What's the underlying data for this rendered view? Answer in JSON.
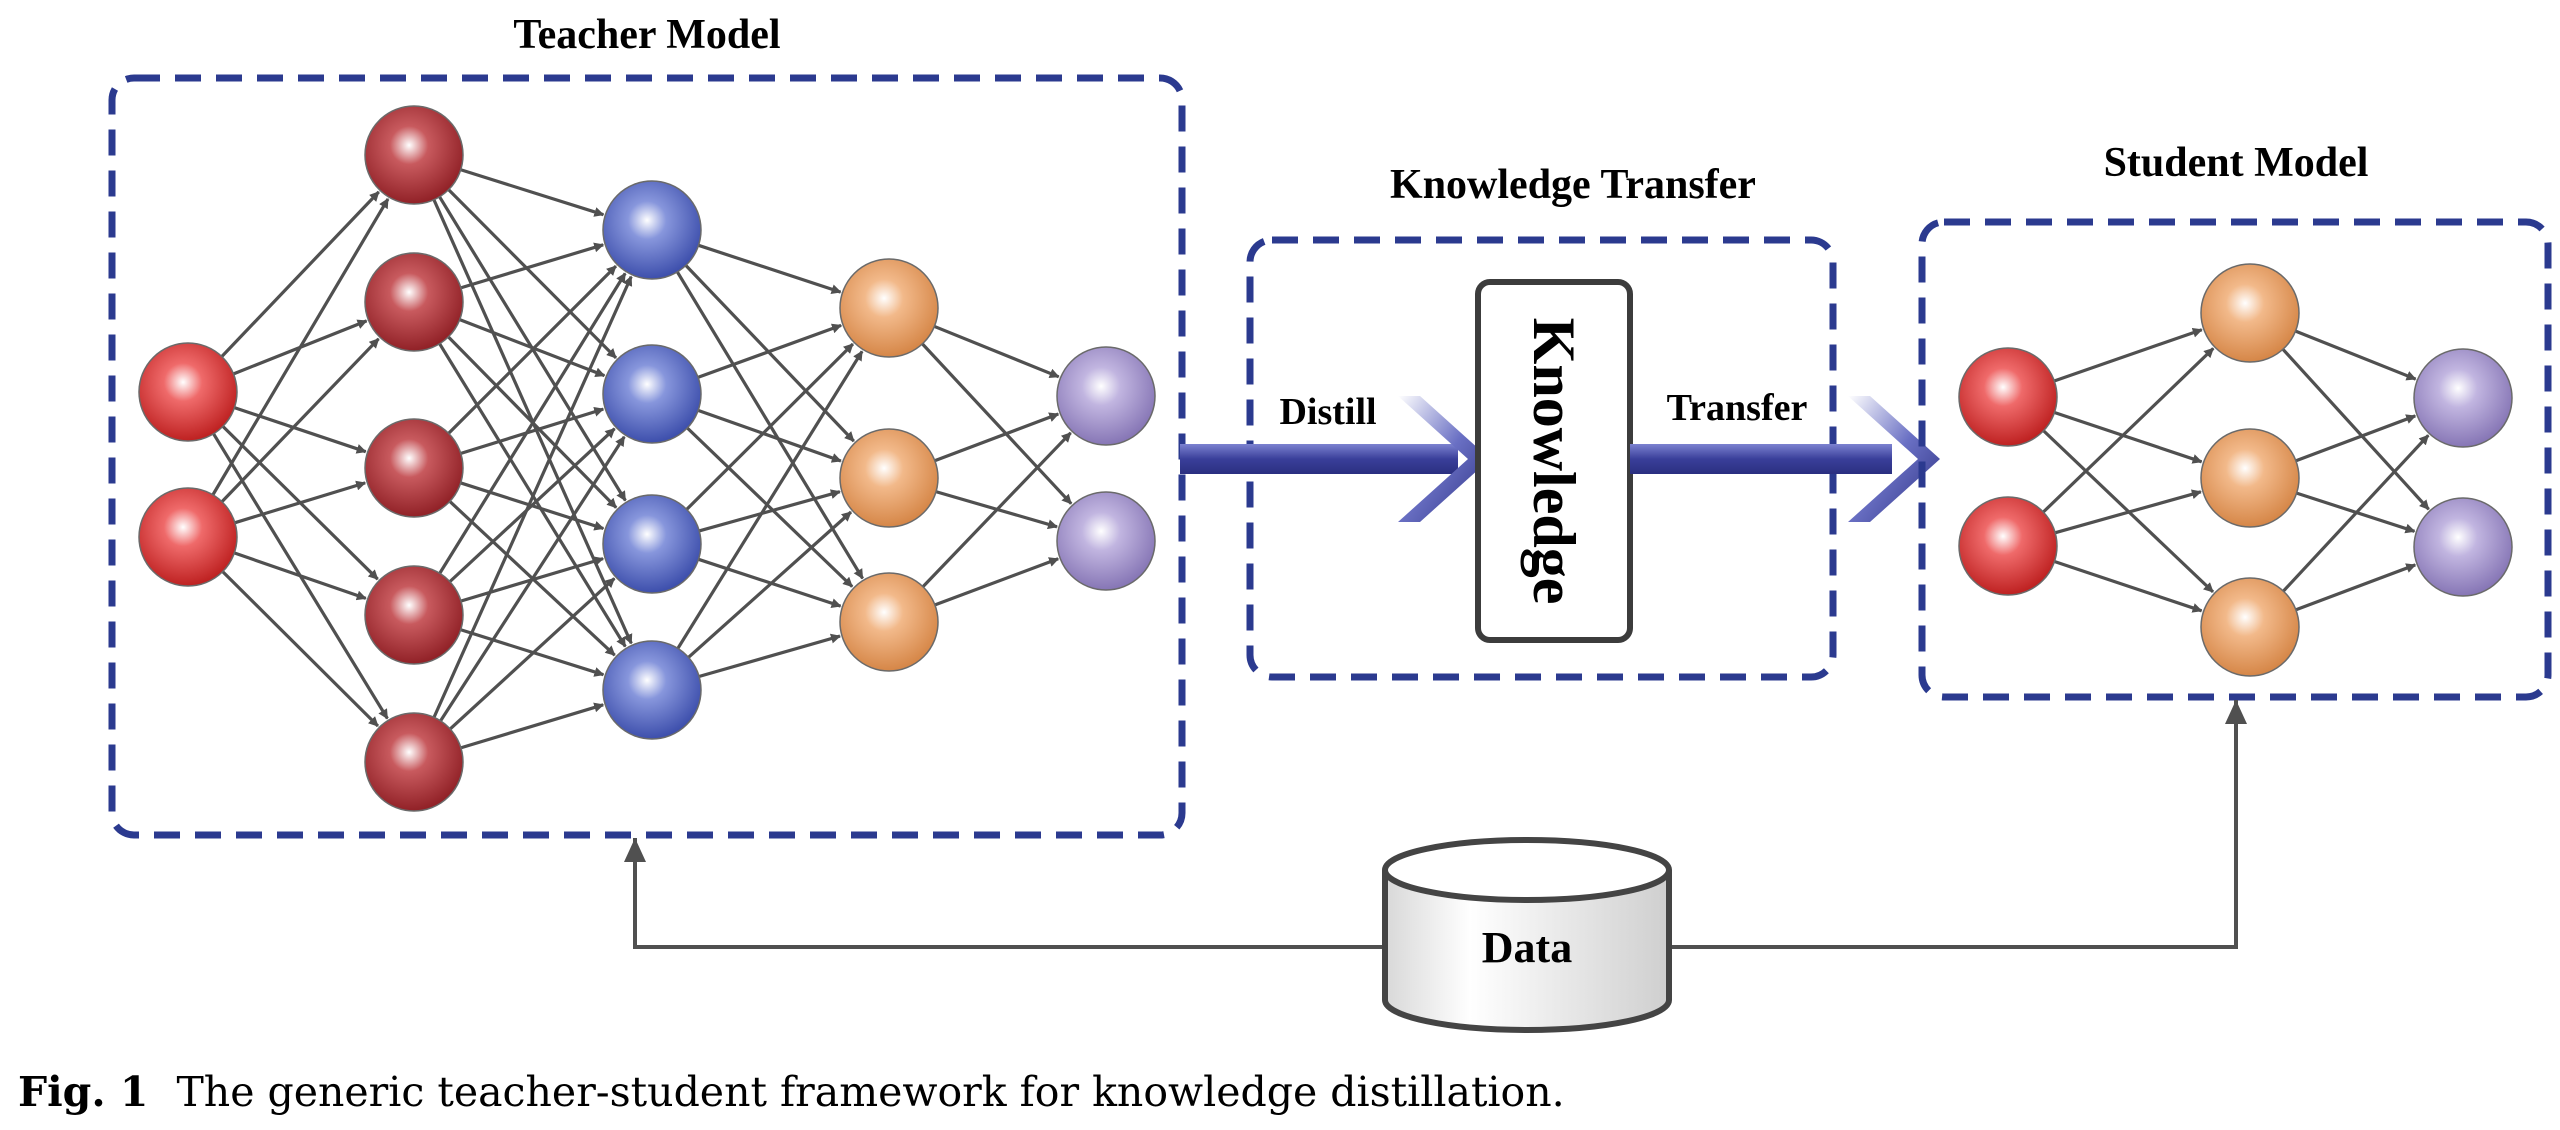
{
  "colors": {
    "box_border": "#2b3a8f",
    "edge": "#505050",
    "arrow_fill": "#3a3f9a",
    "input_node": "#d42b2b",
    "hidden1_node": "#a8262c",
    "hidden2_node": "#4a5dbf",
    "hidden3_node": "#e59a5c",
    "output_node": "#9a89c2"
  },
  "teacher": {
    "title": "Teacher Model",
    "layers": [
      2,
      5,
      4,
      3,
      2
    ]
  },
  "transfer": {
    "title": "Knowledge Transfer",
    "knowledge_label": "Knowledge",
    "distill_label": "Distill",
    "transfer_label": "Transfer"
  },
  "student": {
    "title": "Student Model",
    "layers": [
      2,
      3,
      2
    ]
  },
  "data": {
    "label": "Data"
  },
  "caption": {
    "label": "Fig. 1",
    "text": "The generic teacher-student framework for knowledge distillation."
  }
}
